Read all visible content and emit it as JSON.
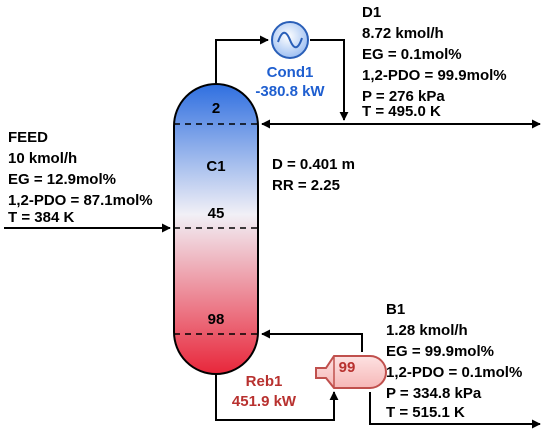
{
  "column": {
    "name": "C1",
    "stages": {
      "top": "2",
      "feed": "45",
      "bottom": "98"
    },
    "spec": {
      "diameter": "D = 0.401 m",
      "reflux": "RR = 2.25"
    }
  },
  "condenser": {
    "name": "Cond1",
    "duty": "-380.8 kW"
  },
  "reboiler": {
    "name": "Reb1",
    "duty": "451.9 kW",
    "stage": "99"
  },
  "feed": {
    "name": "FEED",
    "lines": [
      "10 kmol/h",
      "EG = 12.9mol%",
      "1,2-PDO = 87.1mol%",
      "T = 384 K"
    ]
  },
  "distillate": {
    "name": "D1",
    "lines": [
      "8.72 kmol/h",
      "EG = 0.1mol%",
      "1,2-PDO = 99.9mol%",
      "P = 276 kPa",
      "T = 495.0 K"
    ]
  },
  "bottoms": {
    "name": "B1",
    "lines": [
      "1.28 kmol/h",
      "EG = 99.9mol%",
      "1,2-PDO = 0.1mol%",
      "P = 334.8 kPa",
      "T = 515.1 K"
    ]
  },
  "colors": {
    "column_top": "#2f6fe0",
    "column_mid": "#f1f0f6",
    "column_bottom": "#e8263a",
    "condenser_text": "#1f5fd0",
    "reboiler_text": "#b8312f",
    "reboiler_fill": "#fbd3d3"
  }
}
